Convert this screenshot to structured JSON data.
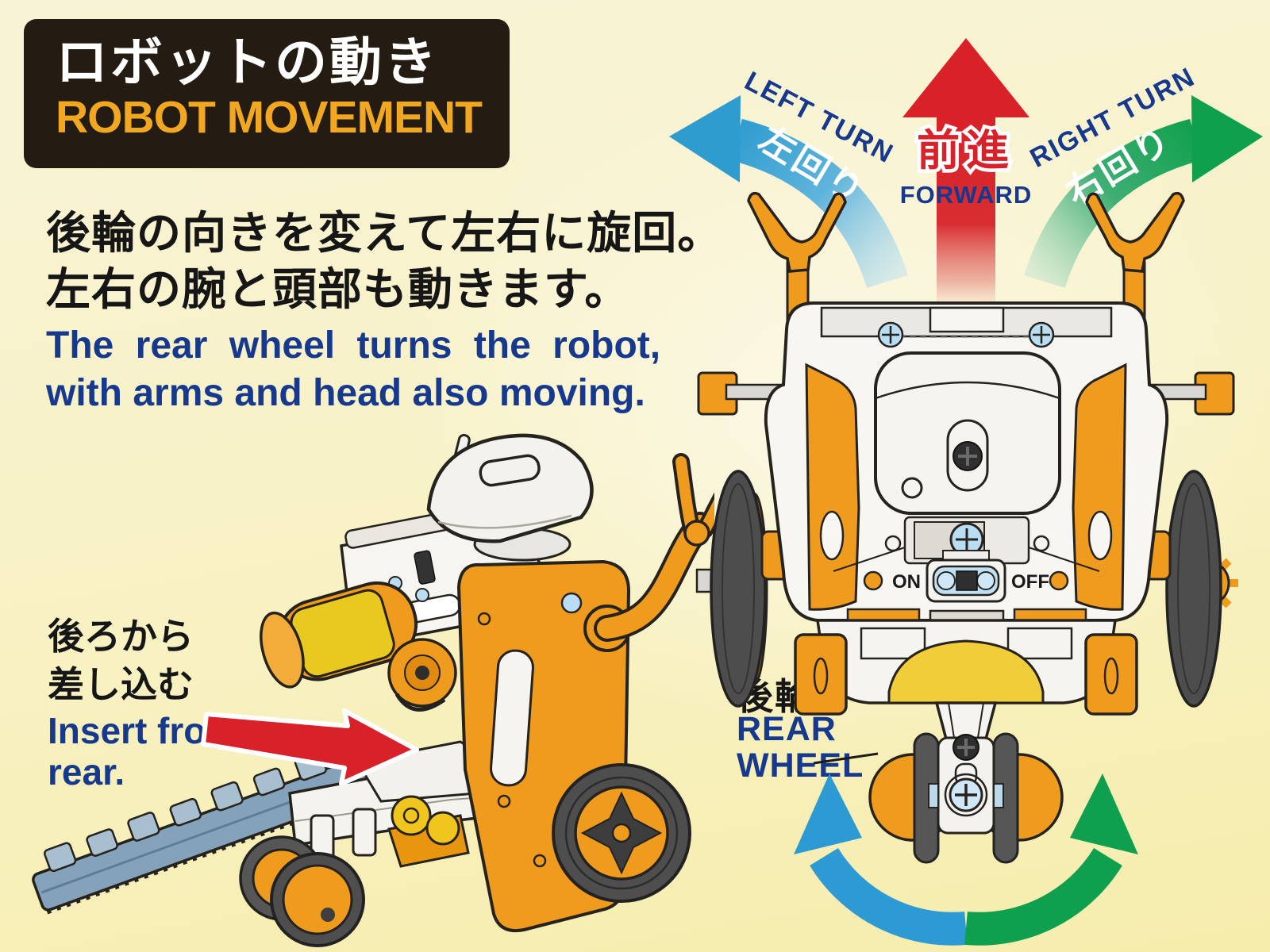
{
  "header": {
    "title_jp": "ロボットの動き",
    "title_en": "ROBOT MOVEMENT"
  },
  "intro": {
    "jp_line1": "後輪の向きを変えて左右に旋回。",
    "jp_line2": "左右の腕と頭部も動きます。",
    "en_line1": "The rear wheel turns the robot,",
    "en_line2": "with arms and head also moving."
  },
  "insert_note": {
    "jp_line1": "後ろから",
    "jp_line2": "差し込む",
    "en_line1": "Insert from",
    "en_line2": "rear."
  },
  "movement_arrows": {
    "left_turn_en": "LEFT TURN",
    "left_turn_jp": "左回り",
    "forward_jp": "前進",
    "forward_en": "FORWARD",
    "right_turn_en": "RIGHT TURN",
    "right_turn_jp": "右回り"
  },
  "rear_wheel_label": {
    "jp": "後輪",
    "en_line1": "REAR",
    "en_line2": "WHEEL"
  },
  "power_switch": {
    "on": "ON",
    "off": "OFF"
  },
  "colors": {
    "background": "#f7f1c6",
    "title_box": "#241c13",
    "title_en": "#f1a71f",
    "text_blue": "#16398d",
    "arrow_red": "#d9212a",
    "arrow_blue": "#2f9ccf",
    "arrow_green": "#0fa04d",
    "robot_orange": "#ef9b1e",
    "track_part": "#84a2ba"
  }
}
